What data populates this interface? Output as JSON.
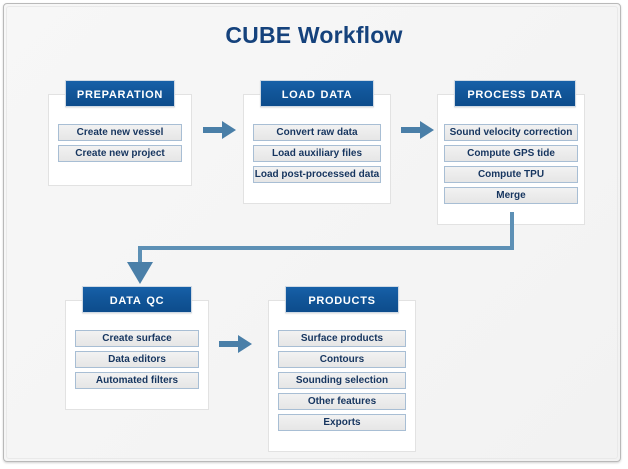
{
  "title": "CUBE Workflow",
  "colors": {
    "title_blue": "#15427c",
    "header_blue": "#0d4c8c",
    "arrow_blue": "#4a7fa8",
    "item_text": "#16355f",
    "frame_border": "#b9b9b9"
  },
  "stages": [
    {
      "id": "preparation",
      "header": "Preparation",
      "items": [
        "Create new vessel",
        "Create new project"
      ]
    },
    {
      "id": "load-data",
      "header": "Load Data",
      "items": [
        "Convert raw data",
        "Load auxiliary files",
        "Load post-processed data"
      ]
    },
    {
      "id": "process-data",
      "header": "Process Data",
      "items": [
        "Sound velocity correction",
        "Compute GPS tide",
        "Compute TPU",
        "Merge"
      ]
    },
    {
      "id": "data-qc",
      "header": "Data QC",
      "items": [
        "Create surface",
        "Data editors",
        "Automated filters"
      ]
    },
    {
      "id": "products",
      "header": "Products",
      "items": [
        "Surface products",
        "Contours",
        "Sounding selection",
        "Other features",
        "Exports"
      ]
    }
  ],
  "connectors": [
    {
      "id": "preparation-to-load-data",
      "type": "arrow-right"
    },
    {
      "id": "load-data-to-process-data",
      "type": "arrow-right"
    },
    {
      "id": "process-data-to-data-qc",
      "type": "elbow-down-left"
    },
    {
      "id": "data-qc-to-products",
      "type": "arrow-right"
    }
  ]
}
